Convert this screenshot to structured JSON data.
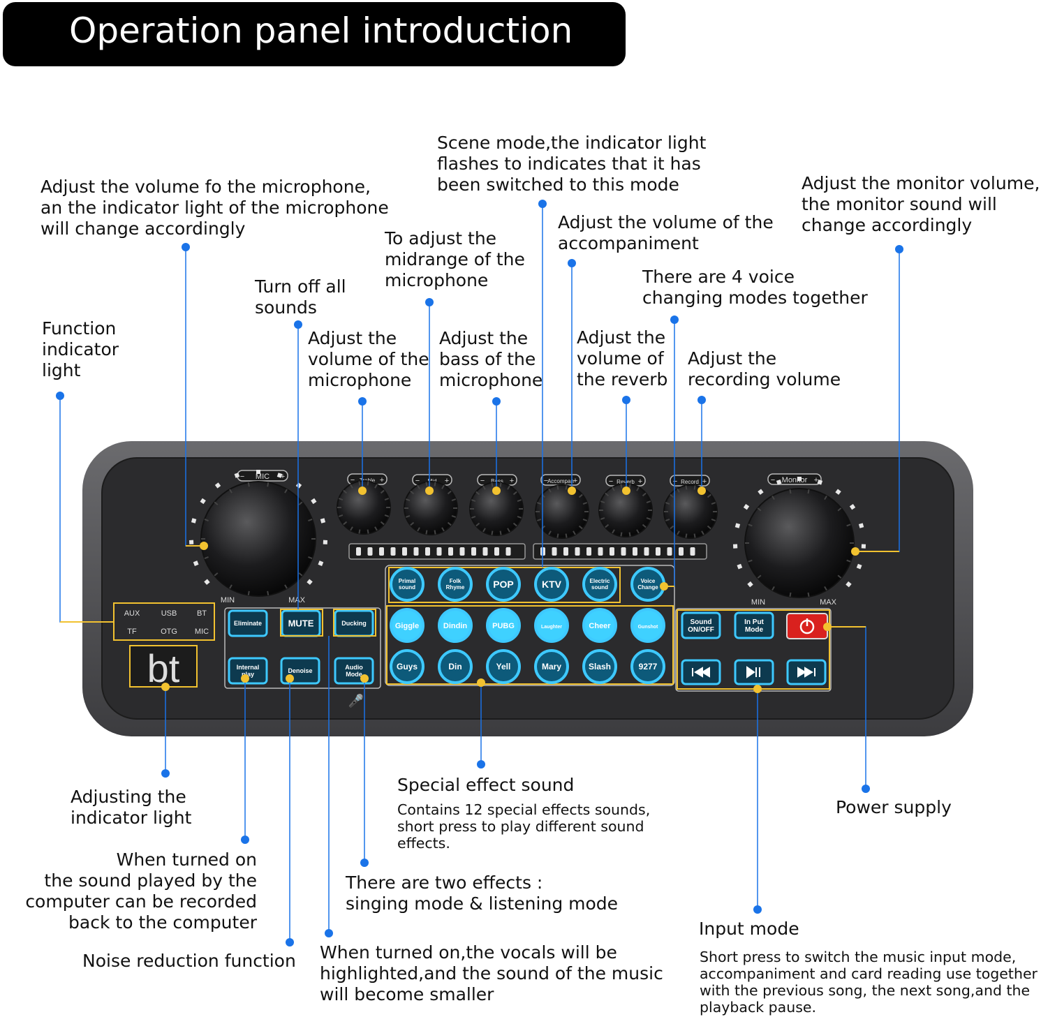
{
  "title": "Operation panel introduction",
  "annotations": [
    {
      "id": "mic-volume",
      "lines": [
        "Adjust the volume fo the microphone,",
        "an the indicator light of the microphone",
        "will change accordingly"
      ]
    },
    {
      "id": "scene-mode",
      "lines": [
        "Scene mode,the indicator light",
        "flashes to indicates that it has",
        "been switched to this mode"
      ]
    },
    {
      "id": "monitor-volume",
      "lines": [
        "Adjust the monitor volume,",
        "the monitor sound will",
        "change accordingly"
      ]
    },
    {
      "id": "accompaniment",
      "lines": [
        "Adjust the volume of the",
        "accompaniment"
      ]
    },
    {
      "id": "midrange",
      "lines": [
        "To adjust the",
        "midrange of the",
        "microphone"
      ]
    },
    {
      "id": "mute",
      "lines": [
        "Turn off all",
        "sounds"
      ]
    },
    {
      "id": "voice-change",
      "lines": [
        "There are 4 voice",
        "changing modes together"
      ]
    },
    {
      "id": "function-indicator",
      "lines": [
        "Function",
        "indicator",
        "light"
      ]
    },
    {
      "id": "treble",
      "lines": [
        "Adjust the",
        "volume of the",
        "microphone"
      ]
    },
    {
      "id": "bass",
      "lines": [
        "Adjust the",
        "bass of the",
        "microphone"
      ]
    },
    {
      "id": "reverb",
      "lines": [
        "Adjust the",
        "volume of",
        "the reverb"
      ]
    },
    {
      "id": "record",
      "lines": [
        "Adjust the",
        "recording volume"
      ]
    },
    {
      "id": "adjust-indicator",
      "lines": [
        "Adjusting the",
        "indicator light"
      ]
    },
    {
      "id": "internal-play",
      "lines": [
        "When turned on",
        "the sound played by the",
        "computer can be recorded",
        "back to the computer"
      ]
    },
    {
      "id": "denoise",
      "lines": [
        "Noise reduction function"
      ]
    },
    {
      "id": "special-effect",
      "lines": [
        "Special effect sound"
      ]
    },
    {
      "id": "special-effect-sub",
      "lines": [
        "Contains 12 special effects sounds,",
        "short press to play different sound",
        "effects."
      ]
    },
    {
      "id": "audio-mode",
      "lines": [
        "There are two effects :",
        "singing mode & listening mode"
      ]
    },
    {
      "id": "ducking",
      "lines": [
        "When turned on,the vocals will be",
        "highlighted,and the sound of the music",
        "will become smaller"
      ]
    },
    {
      "id": "power",
      "lines": [
        "Power supply"
      ]
    },
    {
      "id": "input-mode",
      "lines": [
        "Input mode"
      ]
    },
    {
      "id": "input-mode-sub",
      "lines": [
        "Short press to switch the music input mode,",
        "accompaniment and card reading use together",
        "with the previous song, the next song,and the",
        "playback pause."
      ]
    }
  ],
  "panel": {
    "knob_labels": {
      "mic": "MIC",
      "treble": "Treble",
      "mid": "Mid",
      "bass": "Bass",
      "accompan": "Accompan",
      "reverb": "Reverb",
      "record": "Record",
      "monitor": "Monitor"
    },
    "min_label": "MIN",
    "max_label": "MAX",
    "indicators": [
      "AUX",
      "USB",
      "BT",
      "TF",
      "OTG",
      "MIC"
    ],
    "display": "bt",
    "left_buttons": [
      [
        "Eliminate"
      ],
      [
        "MUTE"
      ],
      [
        "Ducking"
      ],
      [
        "Internal",
        "play"
      ],
      [
        "Denoise"
      ],
      [
        "Audio",
        "Mode"
      ]
    ],
    "scene_buttons": [
      [
        "Primal",
        "sound"
      ],
      [
        "Folk",
        "Rhyme"
      ],
      [
        "POP"
      ],
      [
        "KTV"
      ],
      [
        "Electric",
        "sound"
      ],
      [
        "Voice",
        "Change"
      ]
    ],
    "effect_row1": [
      "Giggle",
      "Dindin",
      "PUBG",
      "Laughter",
      "Cheer",
      "Gunshot"
    ],
    "effect_row2": [
      "Guys",
      "Din",
      "Yell",
      "Mary",
      "Slash",
      "9277"
    ],
    "right_buttons": [
      [
        "Sound",
        "ON/OFF"
      ],
      [
        "In Put",
        "Mode"
      ]
    ],
    "transport_icons": [
      "prev-track-icon",
      "play-pause-icon",
      "next-track-icon"
    ],
    "power_icon": "power-icon"
  },
  "colors": {
    "accent": "#1a73e8",
    "highlight": "#f2c230",
    "glow": "#3ec9ff",
    "panel": "#2b2b2d",
    "power": "#d9211e"
  }
}
